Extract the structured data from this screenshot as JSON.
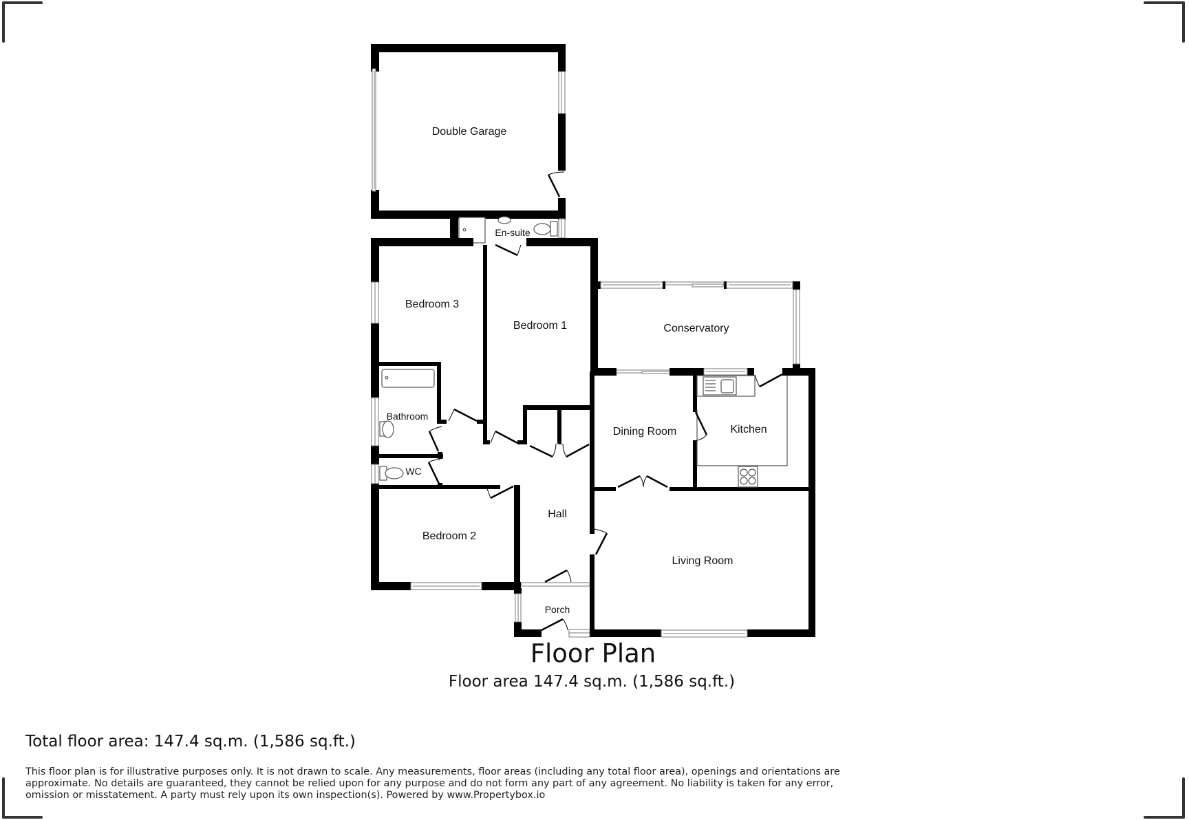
{
  "plan": {
    "title": "Floor Plan",
    "floor_area": "Floor area 147.4 sq.m. (1,586 sq.ft.)"
  },
  "rooms": {
    "double_garage": "Double Garage",
    "en_suite": "En-suite",
    "bedroom_3": "Bedroom 3",
    "bedroom_1": "Bedroom 1",
    "conservatory": "Conservatory",
    "bathroom": "Bathroom",
    "dining_room": "Dining Room",
    "kitchen": "Kitchen",
    "wc": "WC",
    "hall": "Hall",
    "bedroom_2": "Bedroom 2",
    "living_room": "Living Room",
    "porch": "Porch"
  },
  "footer": {
    "total_floor_area": "Total floor area: 147.4 sq.m. (1,586 sq.ft.)",
    "disclaimer": "This floor plan is for illustrative purposes only. It is not drawn to scale. Any measurements, floor areas (including any total floor area), openings and orientations are approximate. No details are guaranteed, they cannot be relied upon for any purpose and do not form any part of any agreement. No liability is taken for any error, omission or misstatement. A party must rely upon its own inspection(s). Powered by www.Propertybox.io"
  },
  "colors": {
    "wall": "#000000",
    "corner_marks": "#333333",
    "window_line": "#777777"
  }
}
